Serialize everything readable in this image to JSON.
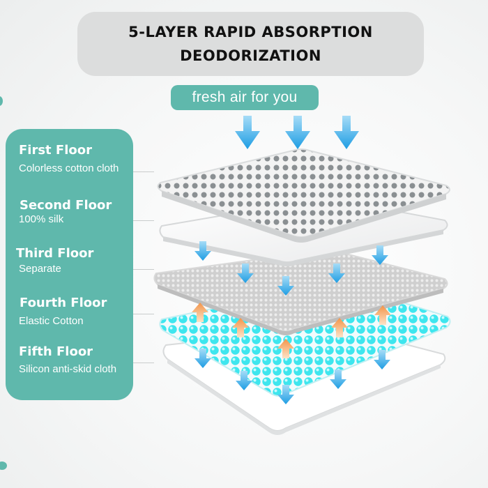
{
  "header": {
    "line1": "5-LAYER RAPID ABSORPTION",
    "line2": "DEODORIZATION"
  },
  "tagline": "fresh air for you",
  "layers": [
    {
      "title": "First Floor",
      "description": "Colorless cotton cloth"
    },
    {
      "title": "Second Floor",
      "description": "100% silk"
    },
    {
      "title": "Third Floor",
      "description": "Separate"
    },
    {
      "title": "Fourth Floor",
      "description": "Elastic Cotton"
    },
    {
      "title": "Fifth Floor",
      "description": "Silicon anti-skid cloth"
    }
  ],
  "colors": {
    "accent_teal": "#5fb8ac",
    "header_bg": "#dcdddd",
    "arrow_blue": "#2fa9e6",
    "arrow_orange": "#f5a25c",
    "bubble_cyan": "#3ee6ee"
  },
  "icons": [
    "down-arrow-icon",
    "up-arrow-icon"
  ]
}
